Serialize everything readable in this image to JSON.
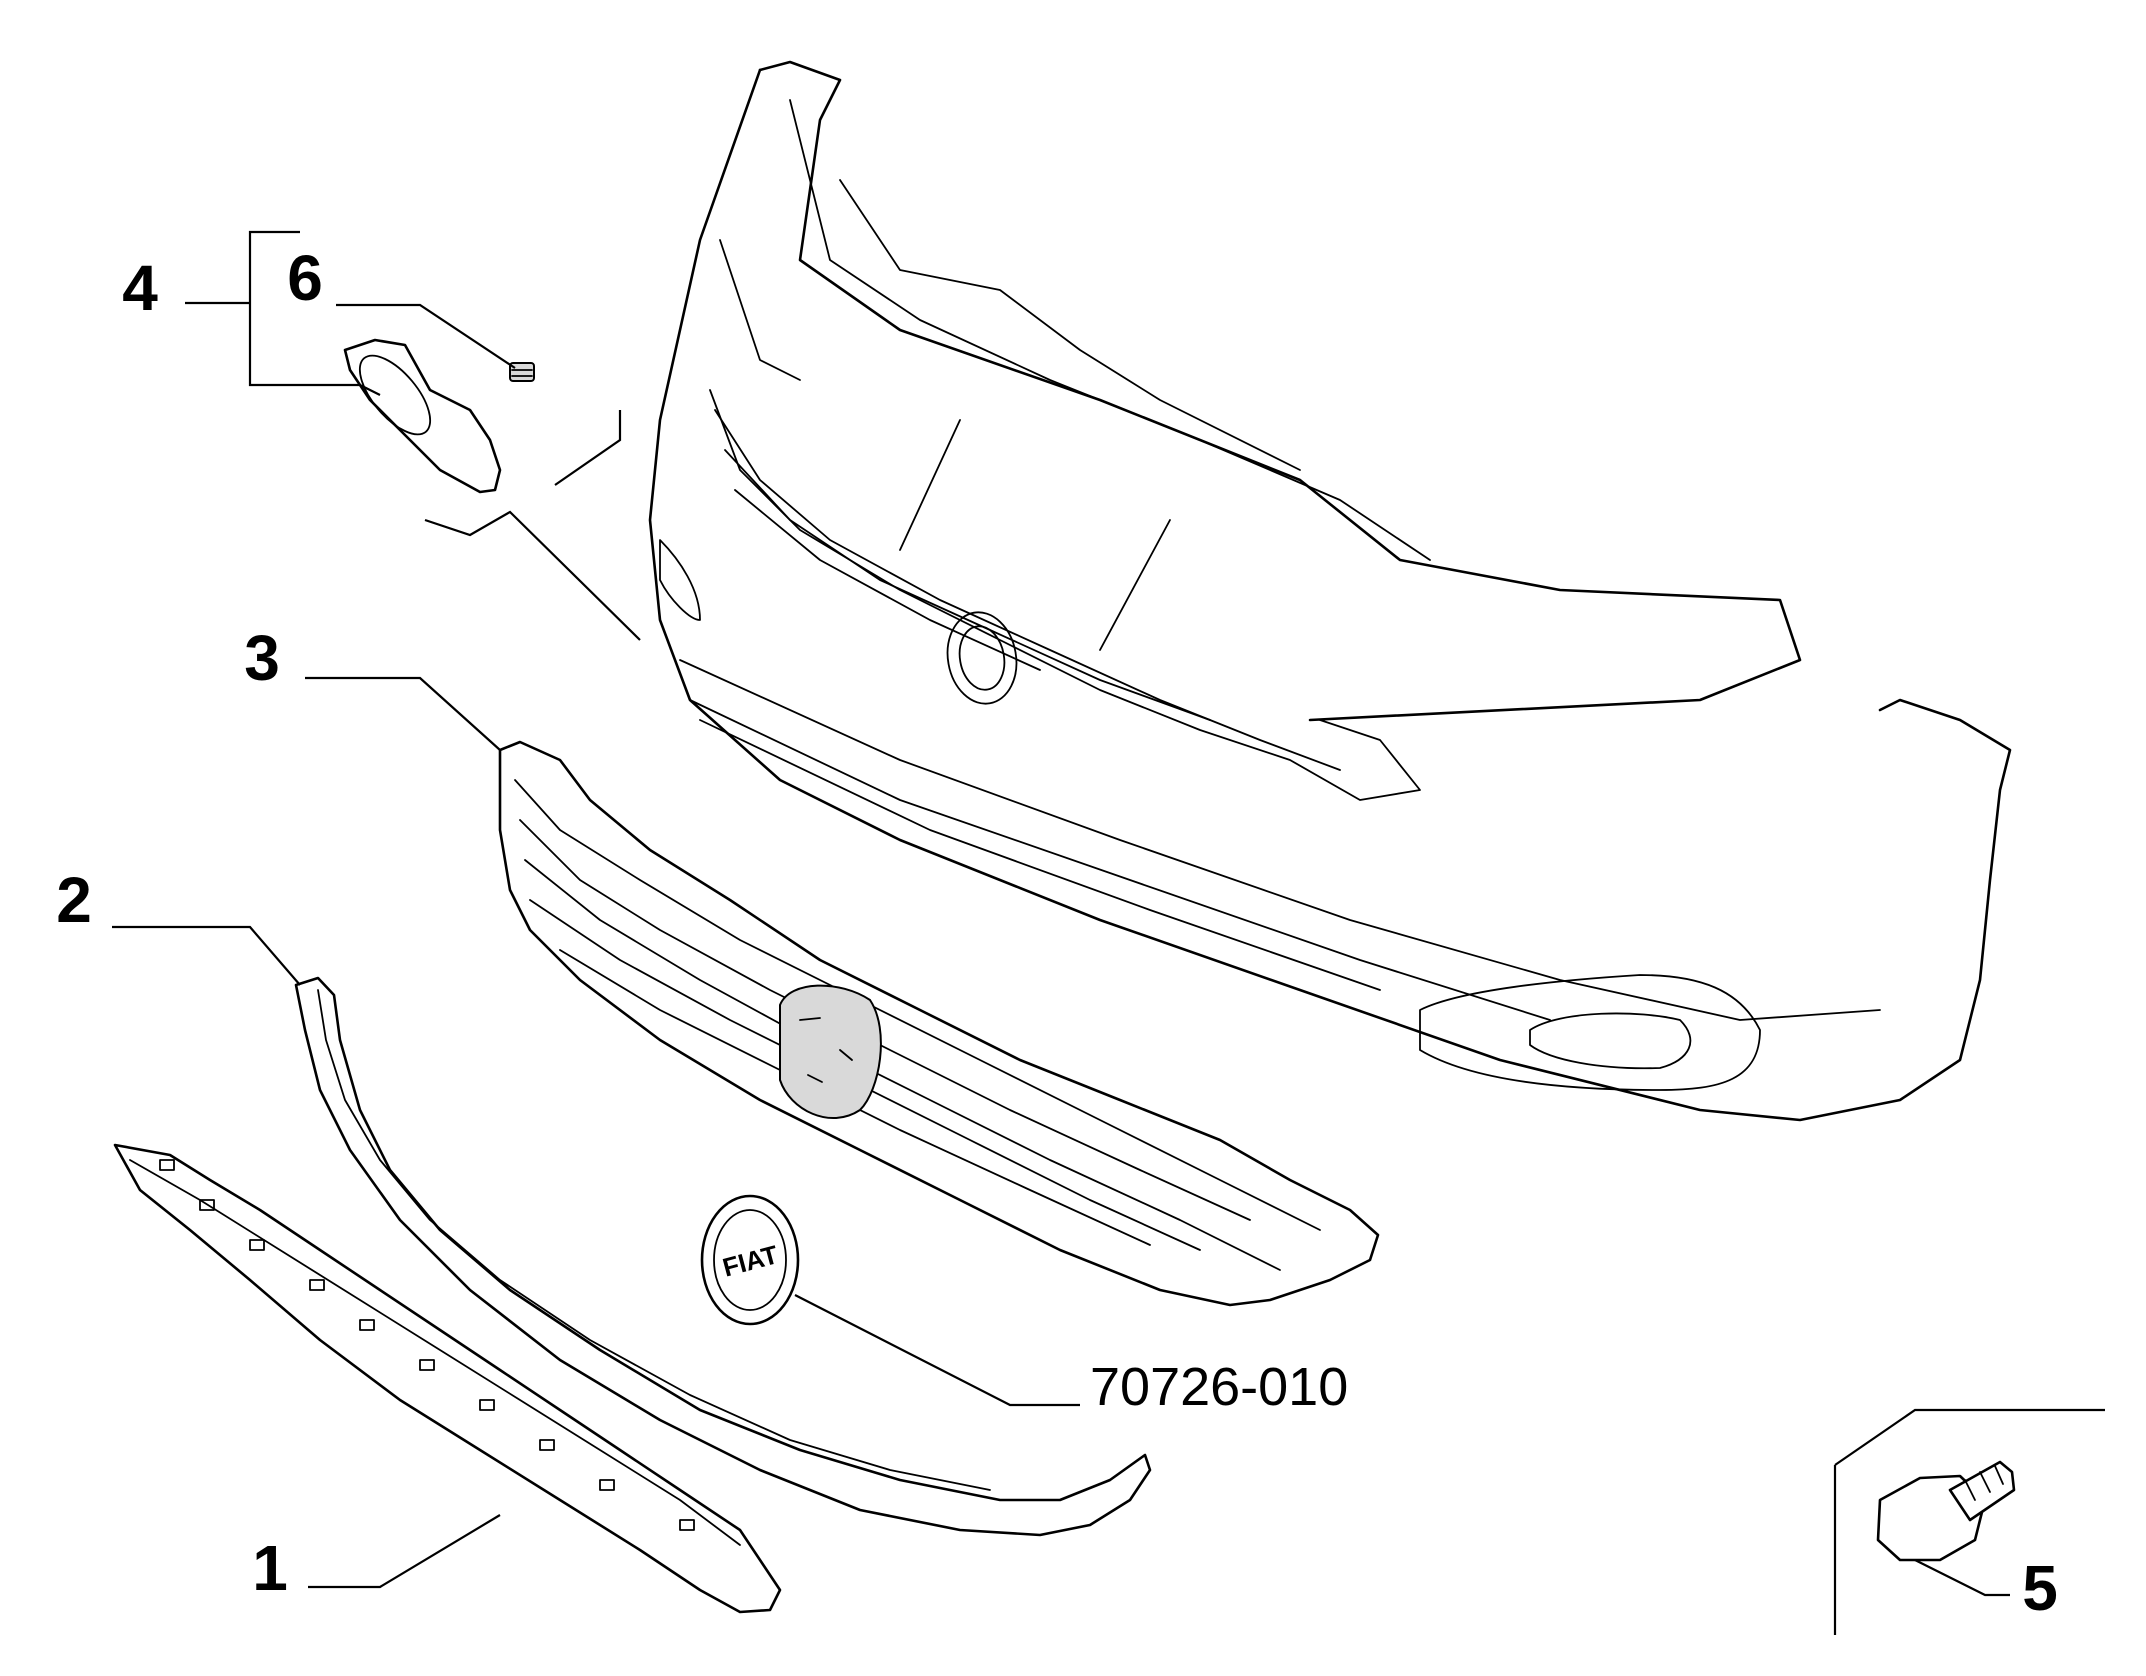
{
  "diagram": {
    "callouts": {
      "c1": "1",
      "c2": "2",
      "c3": "3",
      "c4": "4",
      "c5": "5",
      "c6": "6"
    },
    "reference_code": "70726-010",
    "emblem_text": "FIAT",
    "colors": {
      "line": "#000000",
      "background": "#ffffff",
      "shading": "#d9d9d9"
    }
  }
}
